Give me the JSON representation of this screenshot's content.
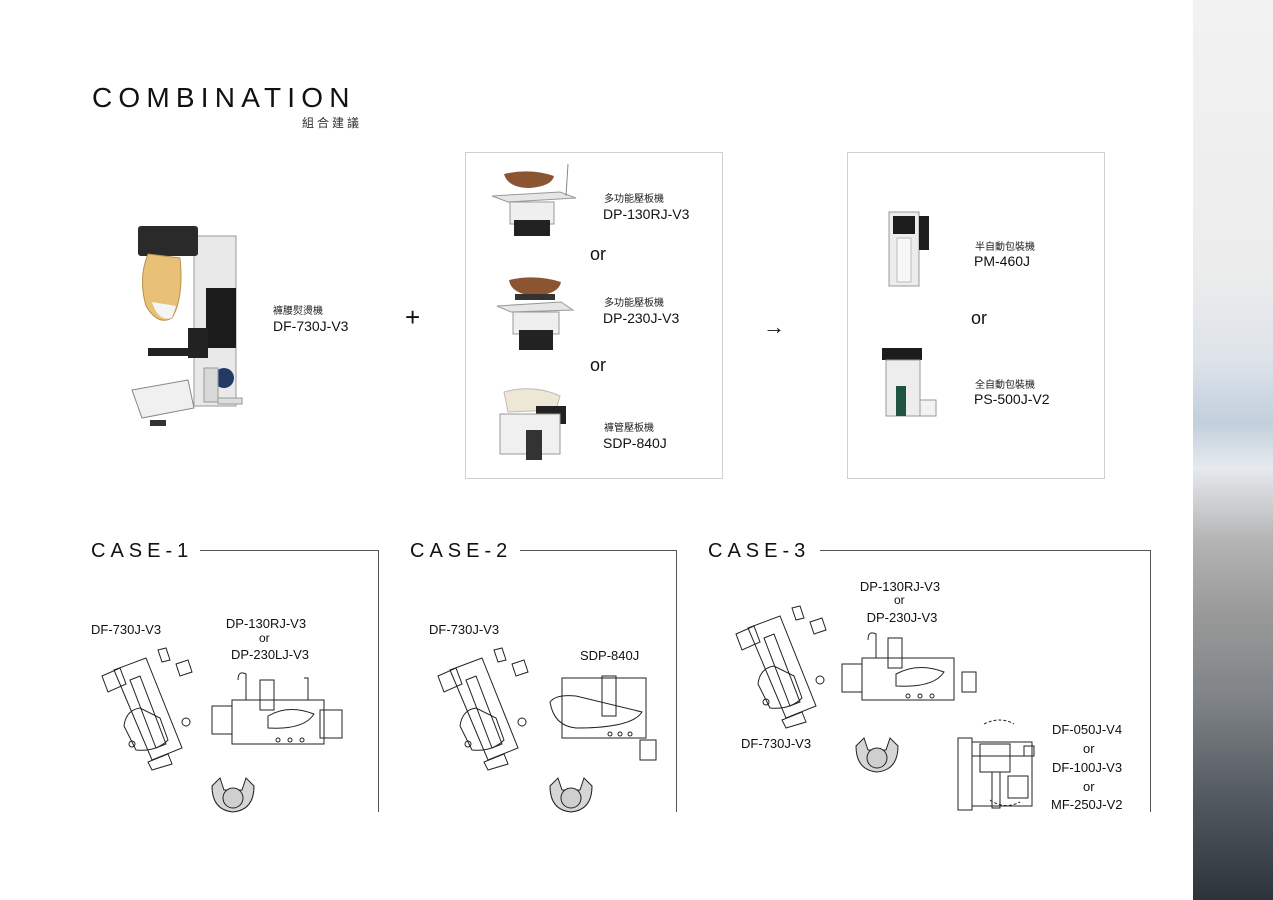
{
  "header": {
    "title": "COMBINATION",
    "subtitle": "組合建議"
  },
  "main_machine": {
    "name_zh": "褲腰熨燙機",
    "model": "DF-730J-V3"
  },
  "operators": {
    "plus": "+",
    "arrow": "→"
  },
  "press_group": {
    "items": [
      {
        "name_zh": "多功能壓板機",
        "model": "DP-130RJ-V3"
      },
      {
        "name_zh": "多功能壓板機",
        "model": "DP-230J-V3"
      },
      {
        "name_zh": "褲管壓板機",
        "model": "SDP-840J"
      }
    ],
    "or_1": "or",
    "or_2": "or"
  },
  "pack_group": {
    "items": [
      {
        "name_zh": "半自動包裝機",
        "model": "PM-460J"
      },
      {
        "name_zh": "全自動包裝機",
        "model": "PS-500J-V2"
      }
    ],
    "or_1": "or"
  },
  "cases": [
    {
      "title": "CASE-1",
      "label_a": "DF-730J-V3",
      "label_b_1": "DP-130RJ-V3",
      "label_b_or": "or",
      "label_b_2": "DP-230LJ-V3"
    },
    {
      "title": "CASE-2",
      "label_a": "DF-730J-V3",
      "label_b": "SDP-840J"
    },
    {
      "title": "CASE-3",
      "label_a": "DF-730J-V3",
      "label_b_1": "DP-130RJ-V3",
      "label_b_or": "or",
      "label_b_2": "DP-230J-V3",
      "label_c_1": "DF-050J-V4",
      "label_c_or1": "or",
      "label_c_2": "DF-100J-V3",
      "label_c_or2": "or",
      "label_c_3": "MF-250J-V2"
    }
  ]
}
